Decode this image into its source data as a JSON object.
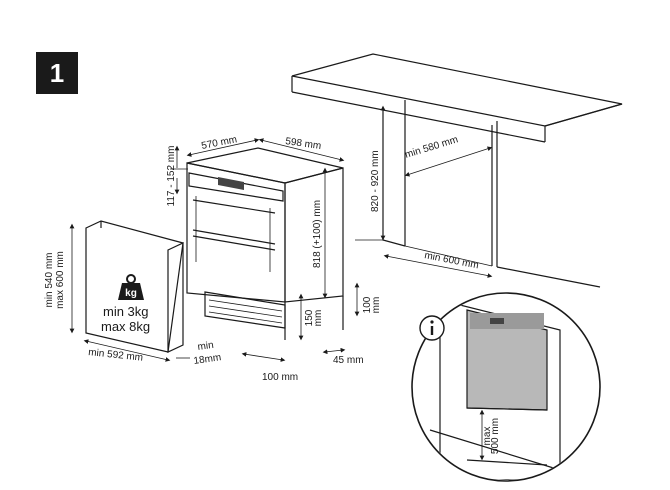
{
  "step_number": "1",
  "info_icon": "info-icon",
  "weight_icon": {
    "icon": "weight-icon",
    "label": "kg"
  },
  "door_panel": {
    "min_weight": "min  3kg",
    "max_weight": "max 8kg",
    "height_min": "min 540 mm",
    "height_max": "max 600 mm",
    "width_min": "min 592 mm",
    "gap_min": "min",
    "gap_value": "18mm"
  },
  "appliance": {
    "depth": "570 mm",
    "width": "598 mm",
    "top_gap": "117 - 152 mm",
    "height": "818 (+100) mm",
    "plinth_height": "150",
    "plinth_unit": "mm",
    "plinth_adjust": "100",
    "plinth_adjust_unit": "mm",
    "front_offset": "100 mm",
    "rear_offset": "45 mm"
  },
  "niche": {
    "height": "820 - 920 mm",
    "width": "min 580 mm",
    "depth": "min 600 mm"
  },
  "detail": {
    "plinth_label": "max",
    "plinth_value": "500 mm"
  }
}
